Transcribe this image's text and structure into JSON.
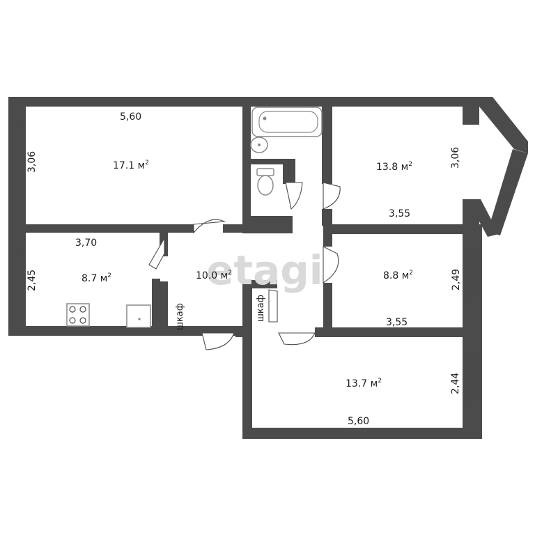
{
  "watermark": "etagi",
  "area_unit": "м",
  "area_power": "2",
  "rooms": {
    "room_17_1": {
      "area": "17.1",
      "width": "5,60",
      "height": "3,06"
    },
    "room_13_8": {
      "area": "13.8",
      "width": "3,55",
      "height": "3,06"
    },
    "kitchen": {
      "area": "8.7",
      "width": "3,70",
      "height": "2,45"
    },
    "hall": {
      "area": "10.0"
    },
    "room_8_8": {
      "area": "8.8",
      "width": "3,55",
      "height": "2,49"
    },
    "room_13_7": {
      "area": "13.7",
      "width": "5,60",
      "height": "2,44"
    }
  },
  "closets": {
    "left": "шкаф",
    "right": "шкаф"
  },
  "colors": {
    "wall": "#4b4b4b",
    "fixture": "#8a8a8a",
    "watermark": "#d9d9d9"
  }
}
